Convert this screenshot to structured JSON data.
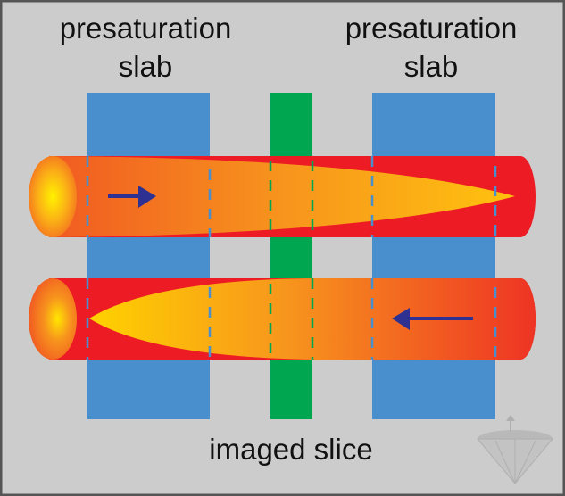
{
  "labels": {
    "left_slab": [
      "presaturation",
      "slab"
    ],
    "right_slab": [
      "presaturation",
      "slab"
    ],
    "imaged_slice": "imaged slice"
  },
  "colors": {
    "background": "#cccccc",
    "slab": "#4a8fcd",
    "slice": "#00a650",
    "vessel_red": "#ed1c24",
    "flow_orange": "#f15a22",
    "flow_yellow": "#ffd000",
    "arrow": "#2e3192"
  },
  "flow": {
    "top_vessel_direction": "right",
    "bottom_vessel_direction": "left"
  }
}
